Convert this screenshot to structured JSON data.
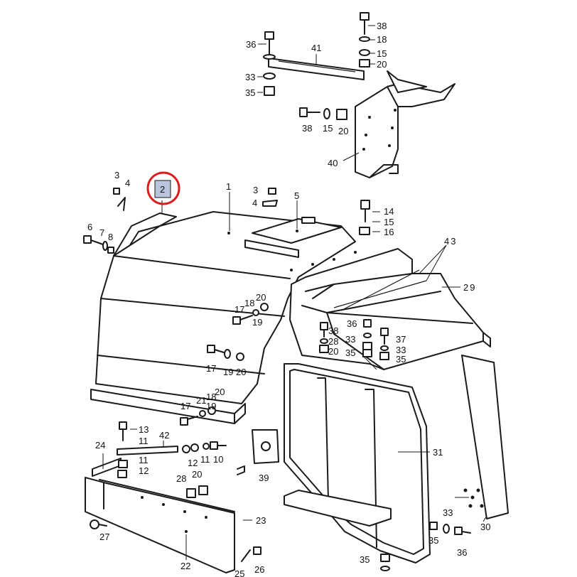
{
  "callouts": [
    {
      "id": "36a",
      "text": "36"
    },
    {
      "id": "38a",
      "text": "38"
    },
    {
      "id": "18a",
      "text": "18"
    },
    {
      "id": "41",
      "text": "41"
    },
    {
      "id": "15a",
      "text": "15"
    },
    {
      "id": "20a",
      "text": "20"
    },
    {
      "id": "33a",
      "text": "33"
    },
    {
      "id": "35a",
      "text": "35"
    },
    {
      "id": "38b",
      "text": "38"
    },
    {
      "id": "15b",
      "text": "15"
    },
    {
      "id": "20b",
      "text": "20"
    },
    {
      "id": "40",
      "text": "40"
    },
    {
      "id": "3a",
      "text": "3"
    },
    {
      "id": "4a",
      "text": "4"
    },
    {
      "id": "2",
      "text": "2"
    },
    {
      "id": "1",
      "text": "1"
    },
    {
      "id": "3b",
      "text": "3"
    },
    {
      "id": "5",
      "text": "5"
    },
    {
      "id": "4b",
      "text": "4"
    },
    {
      "id": "14",
      "text": "14"
    },
    {
      "id": "15c",
      "text": "15"
    },
    {
      "id": "16",
      "text": "16"
    },
    {
      "id": "6",
      "text": "6"
    },
    {
      "id": "7",
      "text": "7"
    },
    {
      "id": "8",
      "text": "8"
    },
    {
      "id": "43",
      "text": "43"
    },
    {
      "id": "29",
      "text": "29"
    },
    {
      "id": "20c",
      "text": "20"
    },
    {
      "id": "18b",
      "text": "18"
    },
    {
      "id": "17a",
      "text": "17"
    },
    {
      "id": "19a",
      "text": "19"
    },
    {
      "id": "36b",
      "text": "36"
    },
    {
      "id": "38c",
      "text": "38"
    },
    {
      "id": "28a",
      "text": "28"
    },
    {
      "id": "20d",
      "text": "20"
    },
    {
      "id": "33b",
      "text": "33"
    },
    {
      "id": "37",
      "text": "37"
    },
    {
      "id": "33c",
      "text": "33"
    },
    {
      "id": "35b",
      "text": "35"
    },
    {
      "id": "35c",
      "text": "35"
    },
    {
      "id": "17b",
      "text": "17"
    },
    {
      "id": "19b",
      "text": "19"
    },
    {
      "id": "20e",
      "text": "20"
    },
    {
      "id": "20f",
      "text": "20"
    },
    {
      "id": "21",
      "text": "21"
    },
    {
      "id": "18c",
      "text": "18"
    },
    {
      "id": "17c",
      "text": "17"
    },
    {
      "id": "19c",
      "text": "19"
    },
    {
      "id": "13",
      "text": "13"
    },
    {
      "id": "42",
      "text": "42"
    },
    {
      "id": "11a",
      "text": "11"
    },
    {
      "id": "24",
      "text": "24"
    },
    {
      "id": "11b",
      "text": "11"
    },
    {
      "id": "12a",
      "text": "12"
    },
    {
      "id": "12b",
      "text": "12"
    },
    {
      "id": "11c",
      "text": "11"
    },
    {
      "id": "10",
      "text": "10"
    },
    {
      "id": "31",
      "text": "31"
    },
    {
      "id": "39",
      "text": "39"
    },
    {
      "id": "28b",
      "text": "28"
    },
    {
      "id": "20g",
      "text": "20"
    },
    {
      "id": "23",
      "text": "23"
    },
    {
      "id": "27",
      "text": "27"
    },
    {
      "id": "22",
      "text": "22"
    },
    {
      "id": "33d",
      "text": "33"
    },
    {
      "id": "30",
      "text": "30"
    },
    {
      "id": "35d",
      "text": "35"
    },
    {
      "id": "36c",
      "text": "36"
    },
    {
      "id": "35e",
      "text": "35"
    },
    {
      "id": "26",
      "text": "26"
    },
    {
      "id": "25",
      "text": "25"
    }
  ],
  "highlight": {
    "target": "2",
    "color": "#d81e1e",
    "box_color": "#b9c4dd"
  }
}
